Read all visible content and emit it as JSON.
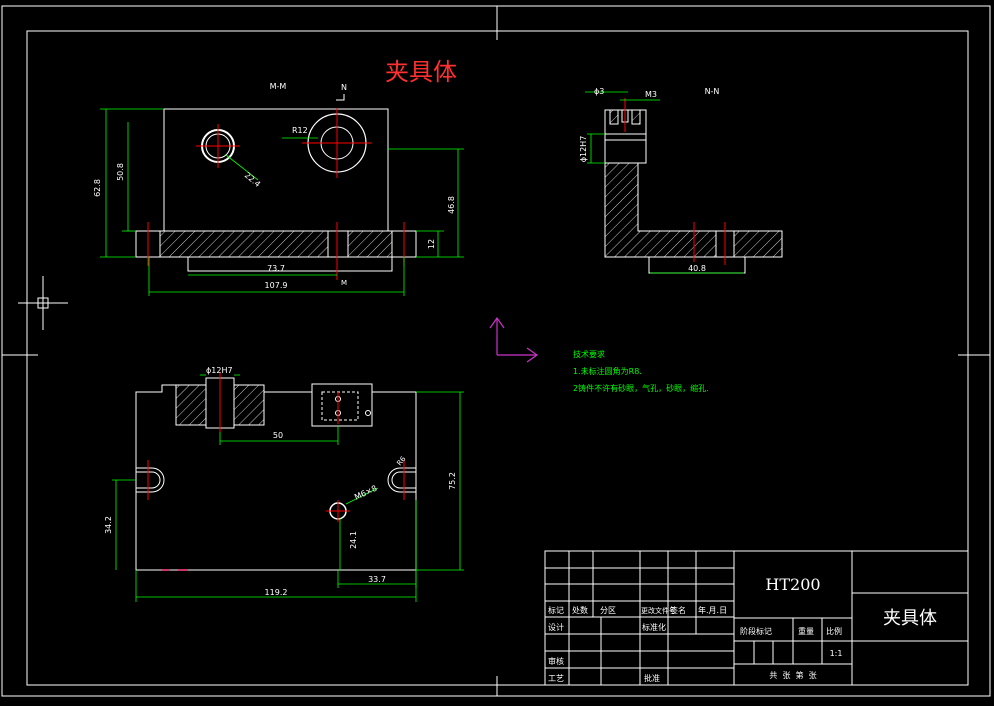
{
  "drawing": {
    "title": "夹具体",
    "views": {
      "front_section": "M-M",
      "side_section": "N-N",
      "front_marker": "N",
      "bottom_marker": "M"
    },
    "dims_front": {
      "h_outer": "62.8",
      "h_inner": "50.8",
      "h_right": "46.8",
      "base_thk": "12",
      "bore_large": "R12",
      "bore_small": "22.4",
      "len_inner": "73.7",
      "len_total": "107.9"
    },
    "dims_side": {
      "hole_dia": "ϕ3",
      "thread": "M3",
      "shaft_dia": "ϕ12H7",
      "base_len": "40.8"
    },
    "dims_plan": {
      "bore": "ϕ12H7",
      "len_slot": "50",
      "height_right": "75.2",
      "height_left": "34.2",
      "hole": "M6×8",
      "hole_y": "24.1",
      "hole_x": "33.7",
      "len_total": "119.2",
      "slot_r": "R6"
    },
    "notes": {
      "heading": "技术要求",
      "line1": "1.未标注圆角为R8.",
      "line2": "2铸件不许有砂眼，气孔，砂眼，缩孔."
    },
    "title_block": {
      "material": "HT200",
      "part_name": "夹具体",
      "scale": "1:1",
      "row_mark": "标记",
      "row_qty": "处数",
      "row_zone": "分区",
      "row_doc": "更改文件号",
      "row_sign": "签名",
      "row_date": "年.月.日",
      "design": "设计",
      "standard": "标准化",
      "check": "审核",
      "process": "工艺",
      "approve": "批准",
      "stage_mark": "阶段标记",
      "weight": "重量",
      "ratio": "比例",
      "sheet_info": "共  张  第  张"
    }
  },
  "colors": {
    "line": "#ffffff",
    "dim": "#00ff00",
    "center": "#ff0000",
    "title": "#ff3030",
    "ucs": "#cc33cc"
  }
}
